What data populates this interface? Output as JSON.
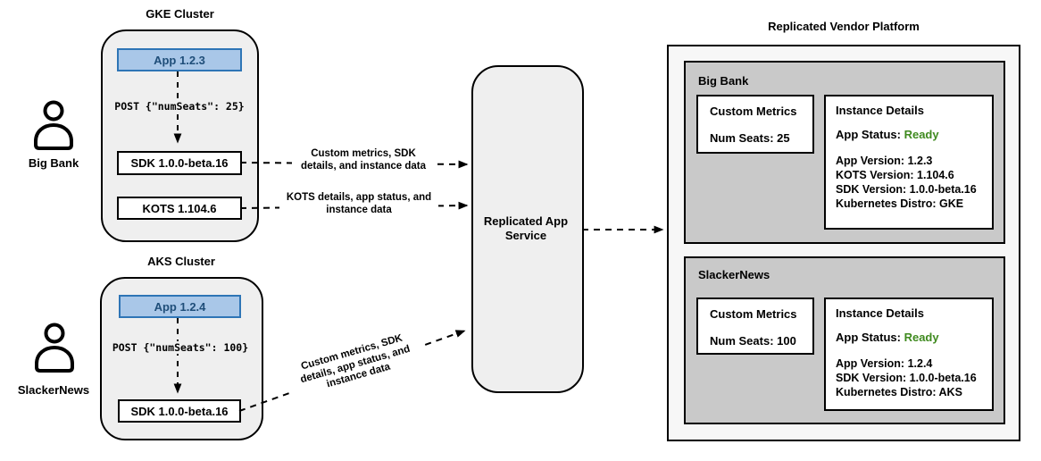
{
  "colors": {
    "app_box_fill": "#a9c7e8",
    "app_box_border": "#2e75b6",
    "app_box_text": "#1f4e79",
    "status_ready_green": "#3f8a1f",
    "cluster_fill": "#efefef",
    "customer_panel_fill": "#c9c9c9",
    "platform_fill": "#f7f7f7",
    "line_color": "#000000"
  },
  "users": [
    {
      "name": "Big Bank"
    },
    {
      "name": "SlackerNews"
    }
  ],
  "clusters": [
    {
      "title": "GKE Cluster",
      "app": "App 1.2.3",
      "post": "POST {\"numSeats\": 25}",
      "boxes": [
        "SDK 1.0.0-beta.16",
        "KOTS 1.104.6"
      ]
    },
    {
      "title": "AKS Cluster",
      "app": "App 1.2.4",
      "post": "POST {\"numSeats\": 100}",
      "boxes": [
        "SDK 1.0.0-beta.16"
      ]
    }
  ],
  "arrows": {
    "gke_sdk_label": "Custom metrics, SDK details, and instance data",
    "gke_kots_label": "KOTS details, app status, and instance data",
    "aks_sdk_label": "Custom metrics, SDK details, app status, and instance data"
  },
  "service": {
    "name": "Replicated App Service"
  },
  "platform": {
    "title": "Replicated Vendor Platform",
    "customers": [
      {
        "name": "Big Bank",
        "custom_metrics_title": "Custom Metrics",
        "num_seats": "Num Seats: 25",
        "instance_title": "Instance Details",
        "app_status_label": "App Status:",
        "app_status_value": "Ready",
        "details": [
          "App Version: 1.2.3",
          "KOTS Version: 1.104.6",
          "SDK Version: 1.0.0-beta.16",
          "Kubernetes Distro: GKE"
        ]
      },
      {
        "name": "SlackerNews",
        "custom_metrics_title": "Custom Metrics",
        "num_seats": "Num Seats: 100",
        "instance_title": "Instance Details",
        "app_status_label": "App Status:",
        "app_status_value": "Ready",
        "details": [
          "App Version: 1.2.4",
          "SDK Version: 1.0.0-beta.16",
          "Kubernetes Distro: AKS"
        ]
      }
    ]
  }
}
